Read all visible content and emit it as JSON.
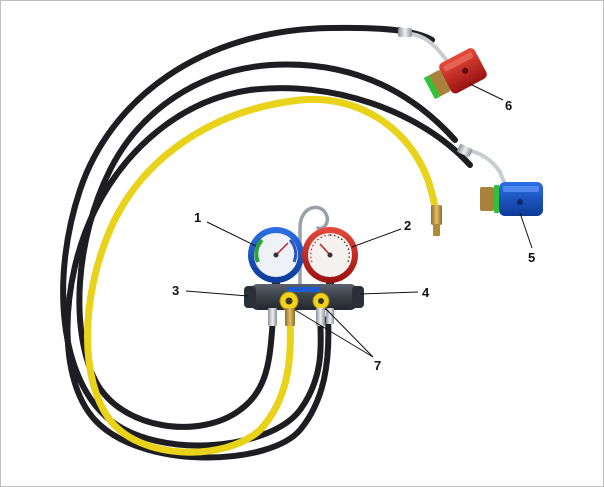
{
  "callouts": [
    {
      "id": "1",
      "label": "1"
    },
    {
      "id": "2",
      "label": "2"
    },
    {
      "id": "3",
      "label": "3"
    },
    {
      "id": "4",
      "label": "4"
    },
    {
      "id": "5",
      "label": "5"
    },
    {
      "id": "6",
      "label": "6"
    },
    {
      "id": "7",
      "label": "7"
    }
  ],
  "colors": {
    "hose_black": "#1d1d22",
    "hose_yellow": "#e8d21a",
    "gauge_low": "#1d3fa6",
    "gauge_high": "#d42a2a",
    "coupler_low": "#1b55c8",
    "coupler_high": "#c81e1e",
    "manifold_body": "#3a4048",
    "valve_knob": "#f2d21e",
    "brass": "#c8a24a",
    "green_ring": "#31c23a",
    "leader_line": "#111111"
  }
}
